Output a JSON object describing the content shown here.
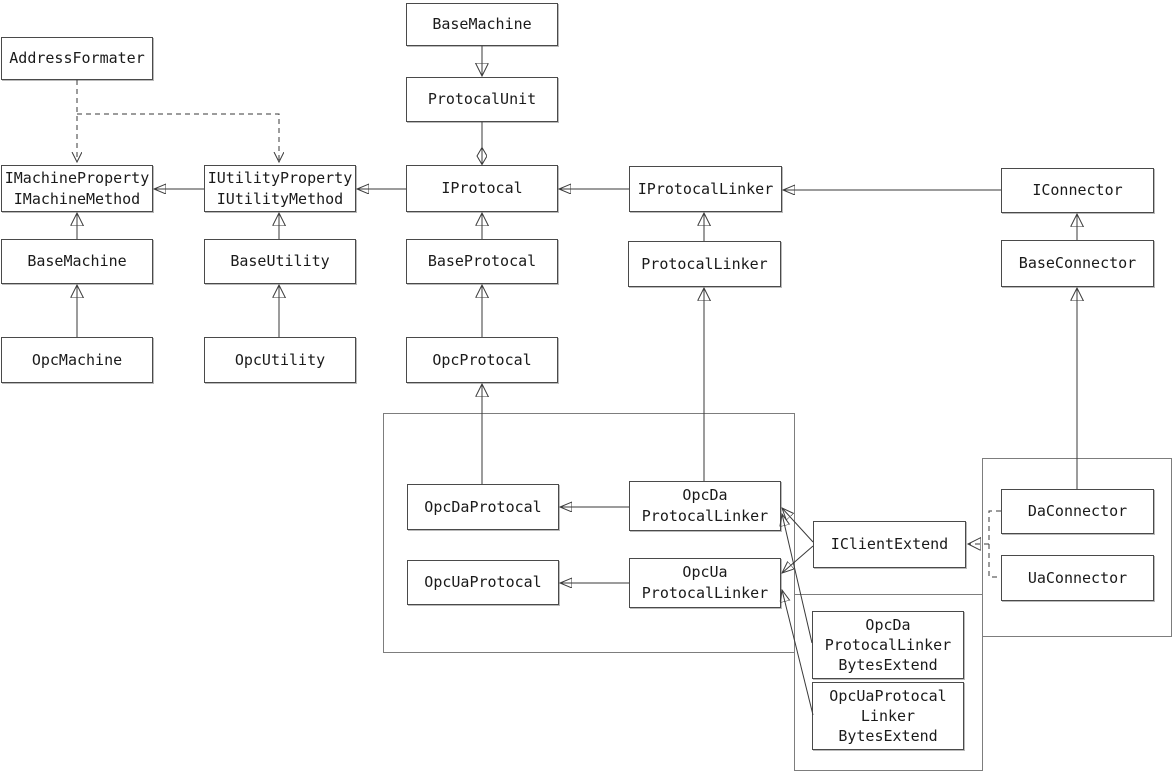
{
  "nodes": {
    "address_formater": {
      "label": "AddressFormater"
    },
    "imachine": {
      "label": "IMachineProperty\nIMachineMethod"
    },
    "iutility": {
      "label": "IUtilityProperty\nIUtilityMethod"
    },
    "base_machine_left": {
      "label": "BaseMachine"
    },
    "opc_machine": {
      "label": "OpcMachine"
    },
    "base_utility": {
      "label": "BaseUtility"
    },
    "opc_utility": {
      "label": "OpcUtility"
    },
    "base_machine_top": {
      "label": "BaseMachine"
    },
    "protocal_unit": {
      "label": "ProtocalUnit"
    },
    "iprotocal": {
      "label": "IProtocal"
    },
    "base_protocal": {
      "label": "BaseProtocal"
    },
    "opc_protocal": {
      "label": "OpcProtocal"
    },
    "iprotocal_linker": {
      "label": "IProtocalLinker"
    },
    "protocal_linker": {
      "label": "ProtocalLinker"
    },
    "iconnector": {
      "label": "IConnector"
    },
    "base_connector": {
      "label": "BaseConnector"
    },
    "opc_da_protocal": {
      "label": "OpcDaProtocal"
    },
    "opc_ua_protocal": {
      "label": "OpcUaProtocal"
    },
    "opc_da_protocal_linker": {
      "label": "OpcDa\nProtocalLinker"
    },
    "opc_ua_protocal_linker": {
      "label": "OpcUa\nProtocalLinker"
    },
    "iclient_extend": {
      "label": "IClientExtend"
    },
    "da_connector": {
      "label": "DaConnector"
    },
    "ua_connector": {
      "label": "UaConnector"
    },
    "opc_da_bytes": {
      "label": "OpcDa\nProtocalLinker\nBytesExtend"
    },
    "opc_ua_bytes": {
      "label": "OpcUaProtocal\nLinker\nBytesExtend"
    }
  },
  "edges": [
    {
      "from": "BaseMachine",
      "to": "IMachineProperty/IMachineMethod",
      "type": "inheritance"
    },
    {
      "from": "OpcMachine",
      "to": "BaseMachine",
      "type": "inheritance"
    },
    {
      "from": "BaseUtility",
      "to": "IUtilityProperty/IUtilityMethod",
      "type": "inheritance"
    },
    {
      "from": "OpcUtility",
      "to": "BaseUtility",
      "type": "inheritance"
    },
    {
      "from": "BaseProtocal",
      "to": "IProtocal",
      "type": "inheritance"
    },
    {
      "from": "OpcProtocal",
      "to": "BaseProtocal",
      "type": "inheritance"
    },
    {
      "from": "OpcDaProtocal",
      "to": "OpcProtocal",
      "type": "inheritance"
    },
    {
      "from": "ProtocalLinker",
      "to": "IProtocalLinker",
      "type": "inheritance"
    },
    {
      "from": "OpcDa ProtocalLinker",
      "to": "ProtocalLinker",
      "type": "inheritance"
    },
    {
      "from": "BaseConnector",
      "to": "IConnector",
      "type": "inheritance"
    },
    {
      "from": "DaConnector",
      "to": "BaseConnector",
      "type": "inheritance"
    },
    {
      "from": "BaseMachine",
      "to": "ProtocalUnit",
      "type": "inheritance-down"
    },
    {
      "from": "ProtocalUnit",
      "to": "IProtocal",
      "type": "aggregation"
    },
    {
      "from": "IUtilityProperty/IUtilityMethod",
      "to": "IMachineProperty/IMachineMethod",
      "type": "association"
    },
    {
      "from": "IProtocal",
      "to": "IUtilityProperty/IUtilityMethod",
      "type": "association"
    },
    {
      "from": "IProtocalLinker",
      "to": "IProtocal",
      "type": "association"
    },
    {
      "from": "IConnector",
      "to": "IProtocalLinker",
      "type": "association"
    },
    {
      "from": "OpcDa ProtocalLinker",
      "to": "OpcDaProtocal",
      "type": "association"
    },
    {
      "from": "OpcUa ProtocalLinker",
      "to": "OpcUaProtocal",
      "type": "association"
    },
    {
      "from": "IClientExtend",
      "to": "OpcDa ProtocalLinker",
      "type": "association"
    },
    {
      "from": "IClientExtend",
      "to": "OpcUa ProtocalLinker",
      "type": "association"
    },
    {
      "from": "OpcDa ProtocalLinker BytesExtend",
      "to": "OpcDa ProtocalLinker",
      "type": "association"
    },
    {
      "from": "OpcUaProtocal Linker BytesExtend",
      "to": "OpcUa ProtocalLinker",
      "type": "association"
    },
    {
      "from": "AddressFormater",
      "to": "IMachineProperty/IMachineMethod",
      "type": "dependency"
    },
    {
      "from": "AddressFormater",
      "to": "IUtilityProperty/IUtilityMethod",
      "type": "dependency"
    },
    {
      "from": "DaConnector",
      "to": "IClientExtend",
      "type": "realization"
    },
    {
      "from": "UaConnector",
      "to": "IClientExtend",
      "type": "realization"
    }
  ],
  "colors": {
    "background": "#ffffff",
    "line": "#3a3a3a",
    "node_border": "#4a4a4a",
    "container_border": "#7d7d7d",
    "text": "#1a1a1a"
  }
}
